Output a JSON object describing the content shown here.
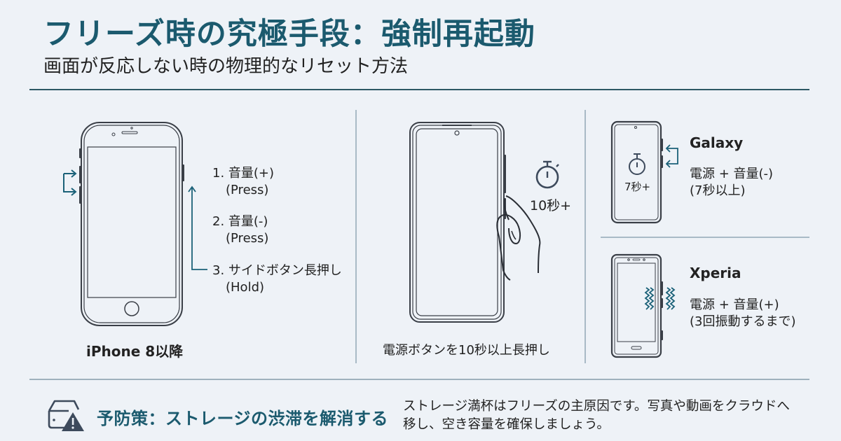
{
  "header": {
    "title": "フリーズ時の究極手段：強制再起動",
    "subtitle": "画面が反応しない時の物理的なリセット方法"
  },
  "colors": {
    "accent": "#1b5a6e",
    "background": "#eef2f7",
    "divider": "#a9bac6",
    "icon_stroke": "#3d4a5c"
  },
  "iphone": {
    "caption": "iPhone 8以降",
    "steps": [
      {
        "label": "1. 音量(+)",
        "sub": "(Press)"
      },
      {
        "label": "2. 音量(-)",
        "sub": "(Press)"
      },
      {
        "label": "3. サイドボタン長押し",
        "sub": "(Hold)"
      }
    ],
    "icons": [
      "bracket-arrow-icon",
      "up-arrow-icon",
      "phone-icon"
    ]
  },
  "android": {
    "caption": "電源ボタンを10秒以上長押し",
    "timer_label": "10秒+",
    "icons": [
      "stopwatch-icon",
      "hand-icon",
      "phone-icon"
    ]
  },
  "galaxy": {
    "brand": "Galaxy",
    "line1": "電源 + 音量(-)",
    "line2": "(7秒以上)",
    "timer_label": "7秒+",
    "icons": [
      "stopwatch-icon",
      "bracket-arrow-icon",
      "phone-icon"
    ]
  },
  "xperia": {
    "brand": "Xperia",
    "line1": "電源 + 音量(+)",
    "line2": "(3回振動するまで)",
    "icons": [
      "vibration-icon",
      "phone-icon"
    ]
  },
  "tip": {
    "icon": "storage-warning-icon",
    "title": "予防策：ストレージの渋滞を解消する",
    "text_line1": "ストレージ満杯はフリーズの主原因です。写真や動画をクラウドへ",
    "text_line2": "移し、空き容量を確保しましょう。"
  }
}
